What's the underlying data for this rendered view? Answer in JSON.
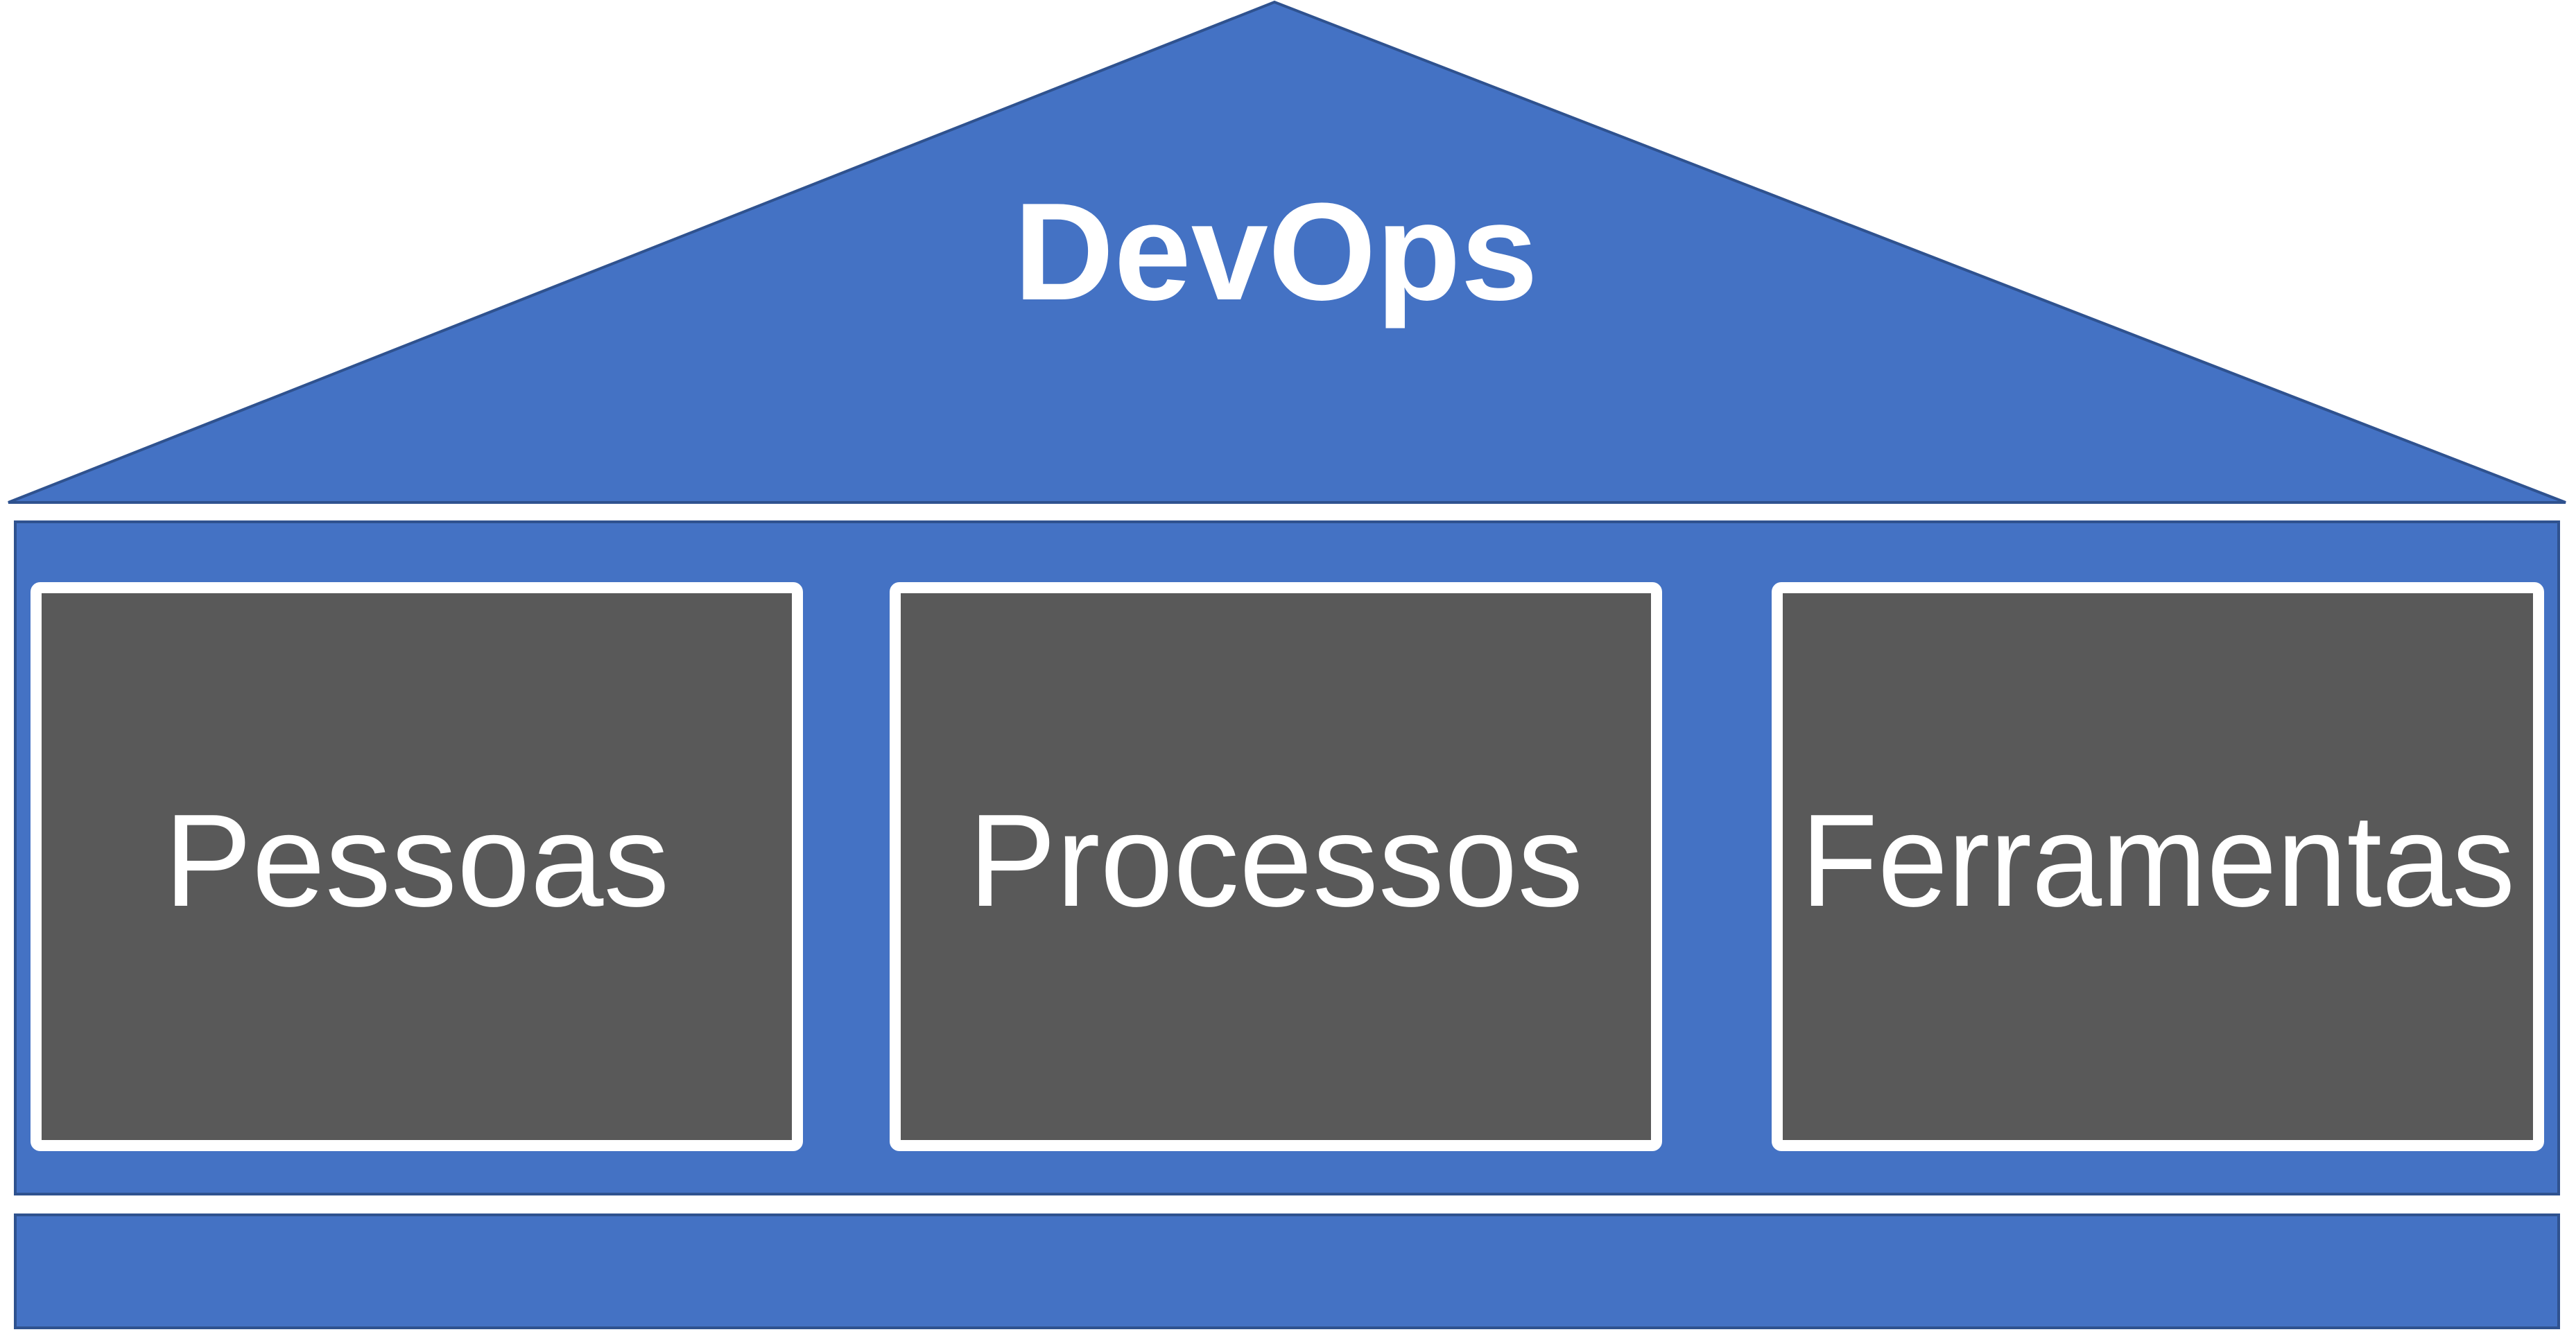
{
  "diagram": {
    "roof_title": "DevOps",
    "pillars": [
      {
        "label": "Pessoas"
      },
      {
        "label": "Processos"
      },
      {
        "label": "Ferramentas"
      }
    ]
  },
  "colors": {
    "structure_blue": "#4472C4",
    "structure_border": "#2F528F",
    "pillar_fill": "#595959",
    "pillar_border": "#ffffff",
    "text": "#ffffff"
  }
}
